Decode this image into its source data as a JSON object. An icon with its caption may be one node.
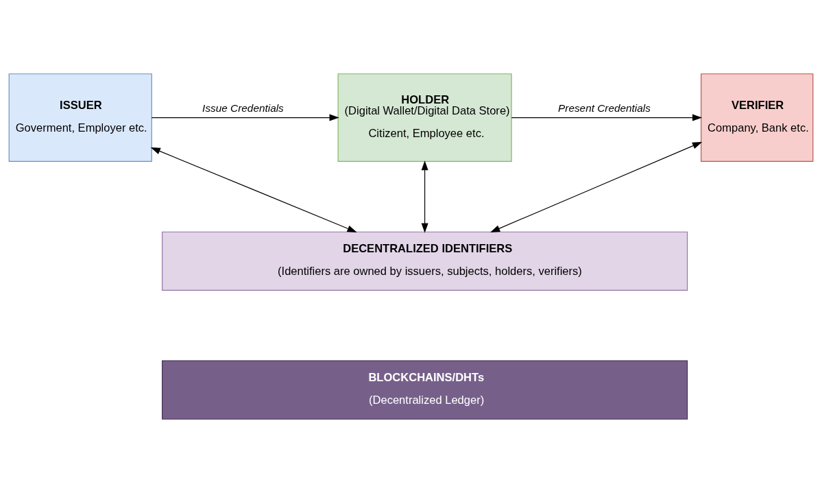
{
  "diagram": {
    "nodes": [
      {
        "text": [
          "ISSUER",
          "Goverment, Employer etc."
        ]
      },
      {
        "text": [
          "HOLDER",
          "(Digital Wallet/Digital Data Store)",
          "Citizent, Employee etc."
        ]
      },
      {
        "text": [
          "VERIFIER",
          "Company, Bank etc."
        ]
      },
      {
        "text": [
          "DECENTRALIZED IDENTIFIERS",
          "(Identifiers are owned by issuers, subjects, holders, verifiers)"
        ]
      },
      {
        "text": [
          "BLOCKCHAINS/DHTs",
          "(Decentralized Ledger)"
        ]
      }
    ],
    "edges": [
      {
        "from": 0,
        "to": 1,
        "arrow": "to",
        "label": "Issue Credentials"
      },
      {
        "from": 1,
        "to": 2,
        "arrow": "to",
        "label": "Present Credentials"
      },
      {
        "from": 0,
        "to": 3,
        "arrow": "both"
      },
      {
        "from": 1,
        "to": 3,
        "arrow": "both"
      },
      {
        "from": 2,
        "to": 3,
        "arrow": "both"
      }
    ]
  }
}
